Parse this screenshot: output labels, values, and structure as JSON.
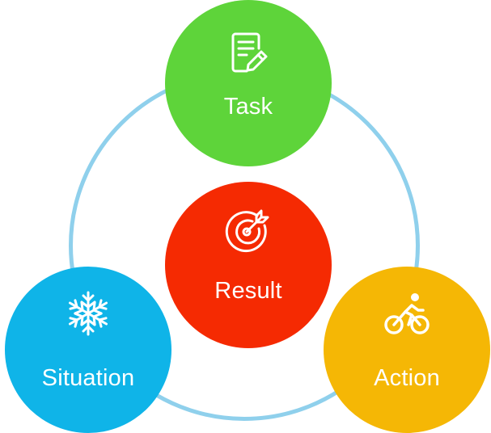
{
  "nodes": {
    "task": {
      "label": "Task",
      "icon": "document-edit-icon",
      "color": "#5ed43a"
    },
    "result": {
      "label": "Result",
      "icon": "target-arrow-icon",
      "color": "#f52a02"
    },
    "situation": {
      "label": "Situation",
      "icon": "snowflake-icon",
      "color": "#0fb4e8"
    },
    "action": {
      "label": "Action",
      "icon": "cyclist-icon",
      "color": "#f5b705"
    }
  },
  "ring_color": "#8fd0ec"
}
